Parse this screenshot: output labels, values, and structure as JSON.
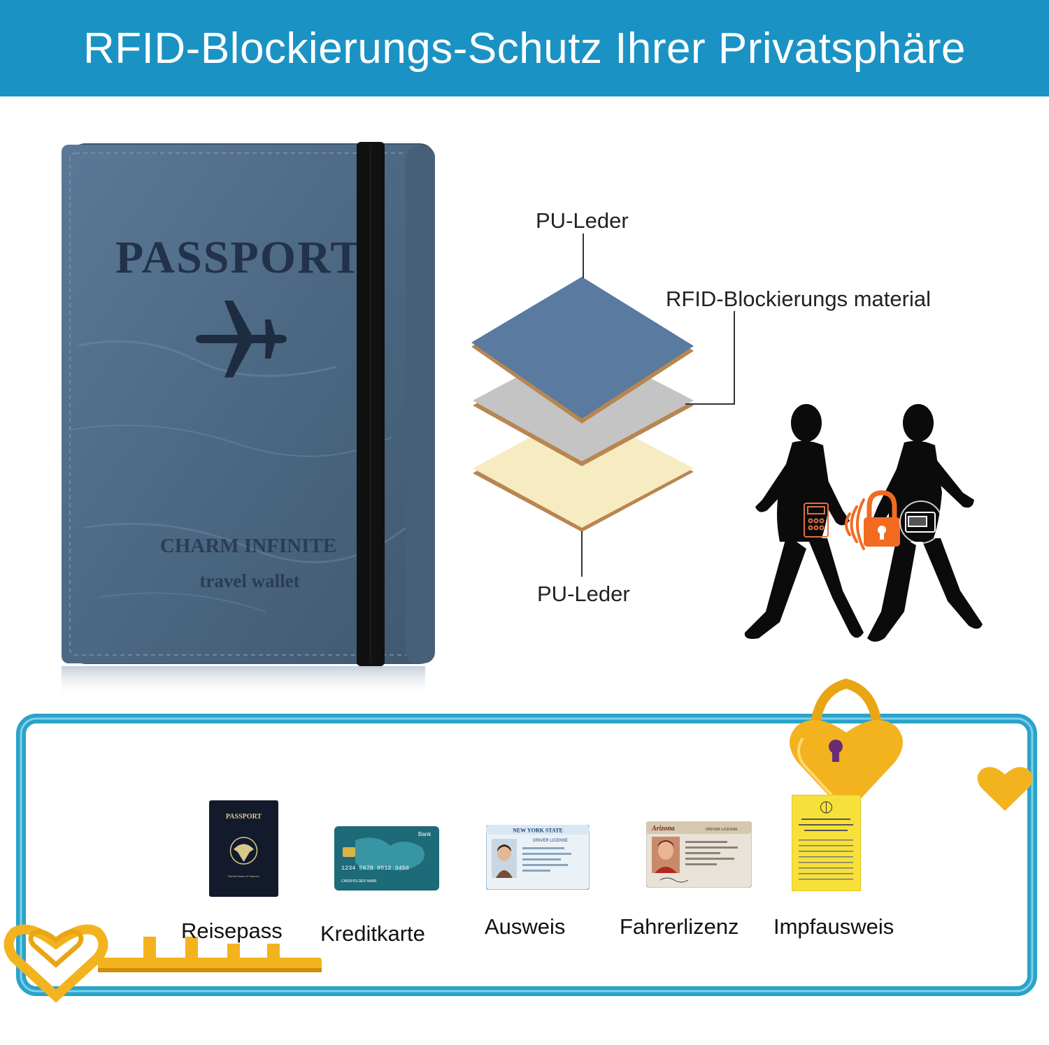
{
  "header": {
    "title": "RFID-Blockierungs-Schutz Ihrer Privatsphäre"
  },
  "wallet": {
    "embossed_title": "PASSPORT",
    "brand": "CHARM INFINITE",
    "subtitle": "travel wallet",
    "color": "#4d6a85",
    "strap_color": "#111111"
  },
  "layers": {
    "top_label": "PU-Leder",
    "middle_label": "RFID-Blockierungs material",
    "bottom_label": "PU-Leder",
    "top_color": "#5a7aa0",
    "middle_color": "#bfbfbf",
    "bottom_color": "#f7ebc2",
    "edge_color": "#c8965a"
  },
  "scene": {
    "lock_color": "#f26b21"
  },
  "documents": {
    "items": [
      {
        "label": "Reisepass",
        "card_title": "PASSPORT",
        "card_sub": "United States of America"
      },
      {
        "label": "Kreditkarte",
        "card_title": "Bank",
        "card_number": "1234 5678 9012 3456",
        "card_holder": "CARDHOLDER NAME"
      },
      {
        "label": "Ausweis",
        "card_title": "NEW YORK STATE",
        "card_sub": "DRIVER LICENSE"
      },
      {
        "label": "Fahrerlizenz",
        "card_title": "Arizona",
        "card_sub": "DRIVER LICENSE"
      },
      {
        "label": "Impfausweis"
      }
    ],
    "frame_color": "#2aa3c9",
    "accent_gold": "#f3b31e"
  }
}
